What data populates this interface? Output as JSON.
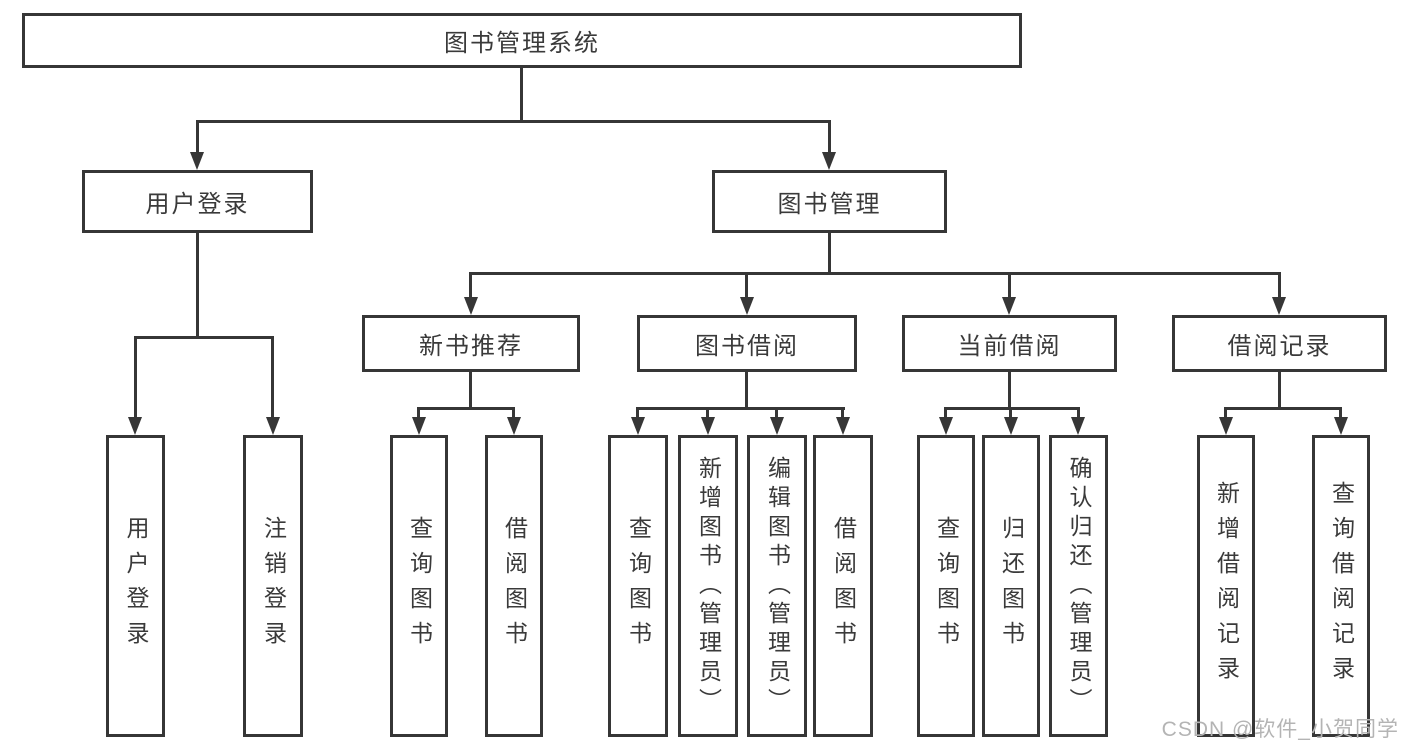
{
  "tree": {
    "root": "图书管理系统",
    "level2": {
      "user_login": "用户登录",
      "book_management": "图书管理"
    },
    "level3": {
      "new_book_recommend": "新书推荐",
      "book_borrow": "图书借阅",
      "current_borrow": "当前借阅",
      "borrow_records": "借阅记录"
    },
    "leaves": {
      "user_login": [
        "用户登录",
        "注销登录"
      ],
      "new_book_recommend": [
        "查询图书",
        "借阅图书"
      ],
      "book_borrow": [
        "查询图书",
        "新增图书（管理员）",
        "编辑图书（管理员）",
        "借阅图书"
      ],
      "current_borrow": [
        "查询图书",
        "归还图书",
        "确认归还（管理员）"
      ],
      "borrow_records": [
        "新增借阅记录",
        "查询借阅记录"
      ]
    }
  },
  "watermark": "CSDN @软件_小贺同学",
  "colors": {
    "line": "#363636",
    "text": "#3a3a3a",
    "watermark": "#b4b4b4",
    "background": "#ffffff"
  }
}
